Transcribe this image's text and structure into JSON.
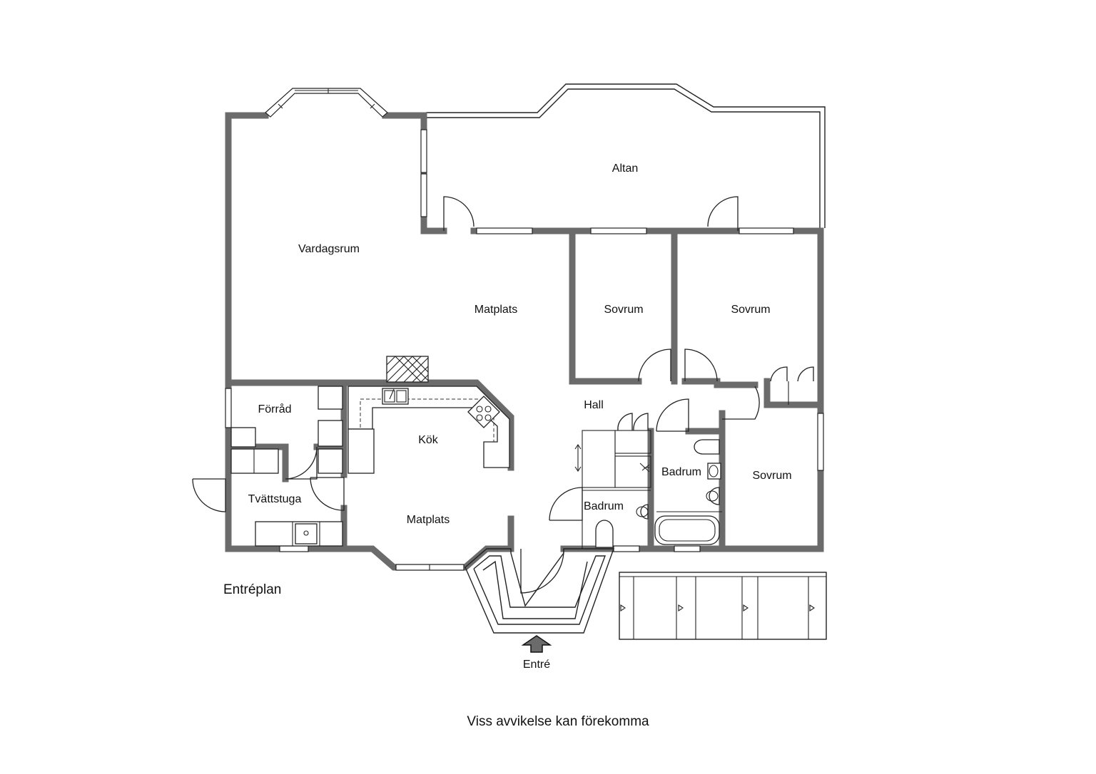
{
  "rooms": {
    "altan": "Altan",
    "vardagsrum": "Vardagsrum",
    "matplats_upper": "Matplats",
    "sovrum_1": "Sovrum",
    "sovrum_2": "Sovrum",
    "sovrum_3": "Sovrum",
    "forrad": "Förråd",
    "kok": "Kök",
    "hall": "Hall",
    "tvattstuga": "Tvättstuga",
    "matplats_lower": "Matplats",
    "badrum_1": "Badrum",
    "badrum_2": "Badrum"
  },
  "floor_label": "Entréplan",
  "entrance_label": "Entré",
  "disclaimer": "Viss avvikelse kan förekomma"
}
